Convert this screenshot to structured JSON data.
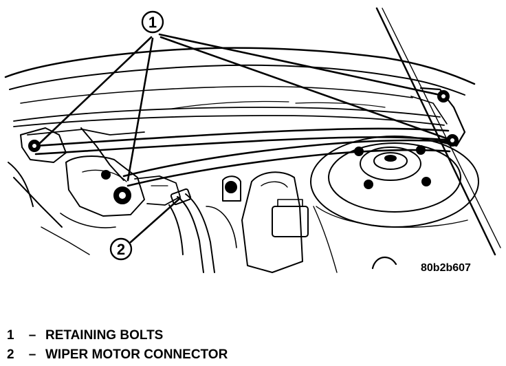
{
  "figure": {
    "code": "80b2b607",
    "callouts": [
      {
        "number": "1"
      },
      {
        "number": "2"
      }
    ]
  },
  "legend": [
    {
      "number": "1",
      "dash": "–",
      "text": "RETAINING BOLTS"
    },
    {
      "number": "2",
      "dash": "–",
      "text": "WIPER MOTOR CONNECTOR"
    }
  ]
}
